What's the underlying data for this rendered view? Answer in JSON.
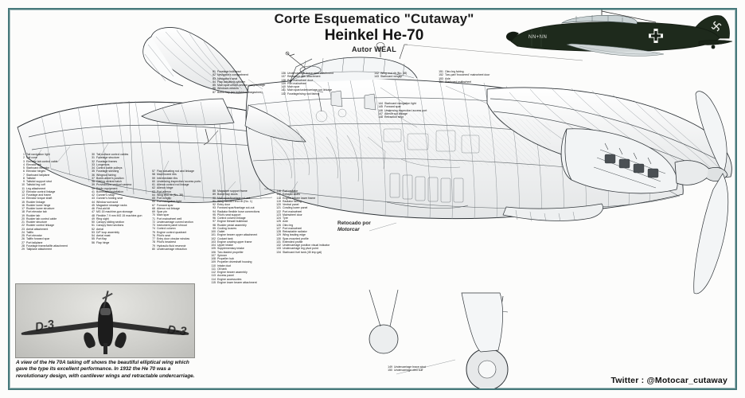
{
  "poster": {
    "title_main": "Corte Esquematico \"Cutaway\"",
    "title_sub": "Heinkel He-70",
    "author": "Autor WEAL",
    "credit_twitter": "Twitter : @Motocar_cutaway",
    "retouch_line1": "Retocado por",
    "retouch_line2": "Motorcar",
    "frame_color": "#46797b",
    "background_color": "#fcfcfb",
    "ink_color": "#1a1a1a"
  },
  "photo_inset": {
    "marking_left": "D-3",
    "marking_right": "D-3",
    "caption": "A view of the He 70A taking off shows the beautiful elliptical wing which gave the type its excellent performance. In 1932 the He 70 was a revolutionary design, with cantilever wings and retractable undercarriage."
  },
  "profile_aircraft": {
    "name": "Heinkel He-70 side profile",
    "camouflage_color": "#1e2a1c",
    "marking_balkenkreuz": "+",
    "marking_tail": "swastika"
  },
  "legend_columns": [
    {
      "id": "col-1",
      "items": [
        {
          "n": "1",
          "t": "Tail navigation light"
        },
        {
          "n": "2",
          "t": "Tail cone"
        },
        {
          "n": "3",
          "t": "Elevator tab control cable"
        },
        {
          "n": "4",
          "t": "Elevator tab"
        },
        {
          "n": "5",
          "t": "Starboard elevator"
        },
        {
          "n": "6",
          "t": "Elevator hinges"
        },
        {
          "n": "7",
          "t": "Starboard tailplane"
        },
        {
          "n": "8",
          "t": "Tailskid"
        },
        {
          "n": "9",
          "t": "Tailskid support strut"
        },
        {
          "n": "10",
          "t": "Tailskid leg cuff"
        },
        {
          "n": "11",
          "t": "Leg attachment"
        },
        {
          "n": "12",
          "t": "Elevator control linkage"
        },
        {
          "n": "13",
          "t": "Fuselage and frame"
        },
        {
          "n": "14",
          "t": "Elevator torque shaft"
        },
        {
          "n": "15",
          "t": "Rudder linkage"
        },
        {
          "n": "16",
          "t": "Rudder lower hinge"
        },
        {
          "n": "17",
          "t": "Rudder lower structure"
        },
        {
          "n": "18",
          "t": "Port elevator tab"
        },
        {
          "n": "19",
          "t": "Rudder tab"
        },
        {
          "n": "20",
          "t": "Rudder tab control cable"
        },
        {
          "n": "21",
          "t": "Rudder structure"
        },
        {
          "n": "22",
          "t": "Rudder control linkage"
        },
        {
          "n": "23",
          "t": "Aerial attachment"
        },
        {
          "n": "24",
          "t": "Tailfin"
        },
        {
          "n": "25",
          "t": "Port elevator"
        },
        {
          "n": "26",
          "t": "Tailfin forward spar"
        },
        {
          "n": "27",
          "t": "Port tailplane"
        },
        {
          "n": "28",
          "t": "Fuselage frame/tailfin attachment"
        },
        {
          "n": "29",
          "t": "Tailplane attachment"
        }
      ]
    },
    {
      "id": "col-2",
      "items": [
        {
          "n": "30",
          "t": "Tail surface control cables"
        },
        {
          "n": "31",
          "t": "Fuselage structure"
        },
        {
          "n": "32",
          "t": "Fuselage frames"
        },
        {
          "n": "33",
          "t": "Longerons"
        },
        {
          "n": "34",
          "t": "Control cable pulleys"
        },
        {
          "n": "35",
          "t": "Fuselage skinning"
        },
        {
          "n": "36",
          "t": "Wingroot fairing"
        },
        {
          "n": "37",
          "t": "Bomb-aimer's position"
        },
        {
          "n": "38",
          "t": "Gliding ventral hatch"
        },
        {
          "n": "39",
          "t": "Provision for vertical camera"
        },
        {
          "n": "40",
          "t": "Radio equipment"
        },
        {
          "n": "41",
          "t": "Bombsight installation"
        },
        {
          "n": "42",
          "t": "Gunner's strap"
        },
        {
          "n": "43",
          "t": "Gunner's folding seat"
        },
        {
          "n": "44",
          "t": "Window surround"
        },
        {
          "n": "45",
          "t": "Magazine stowage racks"
        },
        {
          "n": "46",
          "t": "First-aid kit"
        },
        {
          "n": "47",
          "t": "MG 15 machine-gun stowage"
        },
        {
          "n": "48",
          "t": "Flexible 7.9 mm MG 15 machine-gun"
        },
        {
          "n": "49",
          "t": "Ring sight"
        },
        {
          "n": "50",
          "t": "Canopy sliding section"
        },
        {
          "n": "51",
          "t": "Canopy fixed sections"
        },
        {
          "n": "52",
          "t": "Aerial"
        },
        {
          "n": "53",
          "t": "D/F loop assembly"
        },
        {
          "n": "54",
          "t": "Aerial mast"
        },
        {
          "n": "55",
          "t": "Port flap"
        },
        {
          "n": "56",
          "t": "Flap hinge"
        }
      ]
    },
    {
      "id": "col-3",
      "items": [
        {
          "n": "57",
          "t": "Flap actuating rod and linkage"
        },
        {
          "n": "58",
          "t": "Main boxed ribs"
        },
        {
          "n": "59",
          "t": "Intermediate ribs"
        },
        {
          "n": "60",
          "t": "Underwing inspection/ access ports"
        },
        {
          "n": "61",
          "t": "Aileron control rod linkage"
        },
        {
          "n": "62",
          "t": "Aileron hinge"
        },
        {
          "n": "63",
          "t": "Port aileron"
        },
        {
          "n": "64",
          "t": "Wing end rib (No. 38)"
        },
        {
          "n": "65",
          "t": "Port wingtip"
        },
        {
          "n": "66",
          "t": "Port navigation light"
        },
        {
          "n": "67",
          "t": "Forward spar"
        },
        {
          "n": "68",
          "t": "Aileron rod linkage"
        },
        {
          "n": "69",
          "t": "Spar pin"
        },
        {
          "n": "70",
          "t": "Main spar"
        },
        {
          "n": "71",
          "t": "Port mainwheel well"
        },
        {
          "n": "72",
          "t": "Undercarriage curved section"
        },
        {
          "n": "73",
          "t": "Instrument panel shroud"
        },
        {
          "n": "74",
          "t": "Control column"
        },
        {
          "n": "75",
          "t": "Engine control quadrant"
        },
        {
          "n": "76",
          "t": "Pilot's seat"
        },
        {
          "n": "77",
          "t": "Entry door circular window"
        },
        {
          "n": "78",
          "t": "Pilot's headrest"
        },
        {
          "n": "79",
          "t": "Hydraulic fluid reservoir"
        },
        {
          "n": "80",
          "t": "Undercarriage retraction"
        }
      ]
    },
    {
      "id": "col-4",
      "items": [
        {
          "n": "81",
          "t": "Fuselage bulkhead"
        },
        {
          "n": "82",
          "t": "Navigator's compartment"
        },
        {
          "n": "83",
          "t": "Navigator's seat"
        },
        {
          "n": "84",
          "t": "Flap actuating cylinder"
        },
        {
          "n": "85",
          "t": "Main spar centre-section carry-through"
        },
        {
          "n": "86",
          "t": "Windows window"
        },
        {
          "n": "87",
          "t": "Bomb bay (six individual magazines)"
        }
      ]
    },
    {
      "id": "col-5",
      "items": [
        {
          "n": "88",
          "t": "Magazine support frame"
        },
        {
          "n": "89",
          "t": "Bomb bay doors"
        },
        {
          "n": "90",
          "t": "Main spar/fuselage cut-out"
        },
        {
          "n": "91",
          "t": "Wing inboard end rib (No. 1)"
        },
        {
          "n": "92",
          "t": "Entry door"
        },
        {
          "n": "93",
          "t": "Forward spar/fuselage cut-out"
        },
        {
          "n": "94",
          "t": "Radiator flexible hose connections"
        },
        {
          "n": "95",
          "t": "Pilot's seat support"
        },
        {
          "n": "96",
          "t": "Control column linkage"
        },
        {
          "n": "97",
          "t": "Engine firewall bulkhead"
        },
        {
          "n": "98",
          "t": "Rudder pedal assembly"
        },
        {
          "n": "99",
          "t": "Cooling louvres"
        },
        {
          "n": "100",
          "t": "Outlet"
        },
        {
          "n": "101",
          "t": "Engine bearer upper attachment"
        },
        {
          "n": "102",
          "t": "Coolant tank"
        },
        {
          "n": "103",
          "t": "Engine cowling upper frame"
        },
        {
          "n": "104",
          "t": "Upper intake"
        },
        {
          "n": "105",
          "t": "Supplementary intake"
        },
        {
          "n": "106",
          "t": "Two-bladed propeller"
        },
        {
          "n": "107",
          "t": "Spinner"
        },
        {
          "n": "108",
          "t": "Propeller hub"
        },
        {
          "n": "109",
          "t": "Propeller driveshaft housing"
        },
        {
          "n": "110",
          "t": "Intake duct"
        },
        {
          "n": "111",
          "t": "Oil tank"
        },
        {
          "n": "112",
          "t": "Engine bearer assembly"
        },
        {
          "n": "113",
          "t": "Access panel"
        },
        {
          "n": "114",
          "t": "Engine accessories"
        },
        {
          "n": "115",
          "t": "Engine lower bearer attachment"
        }
      ]
    },
    {
      "id": "col-6",
      "items": [
        {
          "n": "136",
          "t": "Undercarriage brace strut attachment"
        },
        {
          "n": "137",
          "t": "Retraction jack attachment"
        },
        {
          "n": "138",
          "t": "Port mainwheel door"
        },
        {
          "n": "139",
          "t": "Port mainwheel"
        },
        {
          "n": "140",
          "t": "Main spar"
        },
        {
          "n": "141",
          "t": "Main spar/undercarriage rod linkage"
        },
        {
          "n": "132",
          "t": "Fuselage/wing root fairing"
        }
      ]
    },
    {
      "id": "col-7",
      "items": [
        {
          "n": "116",
          "t": "Port radiator"
        },
        {
          "n": "117",
          "t": "Exhaust stubs"
        },
        {
          "n": "118",
          "t": "Engine bearer lower frame"
        },
        {
          "n": "119",
          "t": "Radiator fairing"
        },
        {
          "n": "120",
          "t": "Ventral panel"
        },
        {
          "n": "121",
          "t": "Cowling lower panel"
        },
        {
          "n": "122",
          "t": "Port mainwheel"
        },
        {
          "n": "123",
          "t": "Mainwheel door"
        },
        {
          "n": "124",
          "t": "Tyre"
        },
        {
          "n": "125",
          "t": "Axle"
        },
        {
          "n": "126",
          "t": "Oleo leg"
        },
        {
          "n": "127",
          "t": "Port mainwheel"
        },
        {
          "n": "128",
          "t": "Retractable radiator"
        },
        {
          "n": "129",
          "t": "Wing leading edge"
        },
        {
          "n": "130",
          "t": "Spar-mounted profile"
        },
        {
          "n": "131",
          "t": "Extended profile"
        },
        {
          "n": "132",
          "t": "Undercarriage position visual indicator"
        },
        {
          "n": "133",
          "t": "Undercarriage leg pivot point"
        },
        {
          "n": "134",
          "t": "Starboard fuel tank (45 Imp gal)"
        }
      ]
    },
    {
      "id": "col-8",
      "items": [
        {
          "n": "142",
          "t": "Wing end rib (No. 38)"
        },
        {
          "n": "143",
          "t": "Starboard wingtip"
        }
      ]
    },
    {
      "id": "col-9",
      "items": [
        {
          "n": "144",
          "t": "Starboard navigation light"
        },
        {
          "n": "145",
          "t": "Forward spar"
        },
        {
          "n": "146",
          "t": "Underwing inspection/ access port"
        },
        {
          "n": "147",
          "t": "Aileron rod linkage"
        },
        {
          "n": "148",
          "t": "Retraction strut"
        }
      ]
    },
    {
      "id": "col-10",
      "items": [
        {
          "n": "151",
          "t": "Oleo leg fairing"
        },
        {
          "n": "152",
          "t": "Two-part 'trousered' mainwheel door"
        },
        {
          "n": "153",
          "t": "Axle"
        },
        {
          "n": "154",
          "t": "Starboard mainwheel"
        }
      ]
    },
    {
      "id": "col-11",
      "items": [
        {
          "n": "149",
          "t": "Undercarriage brace strut"
        },
        {
          "n": "150",
          "t": "Undercarriage oleo cuff"
        }
      ]
    }
  ]
}
